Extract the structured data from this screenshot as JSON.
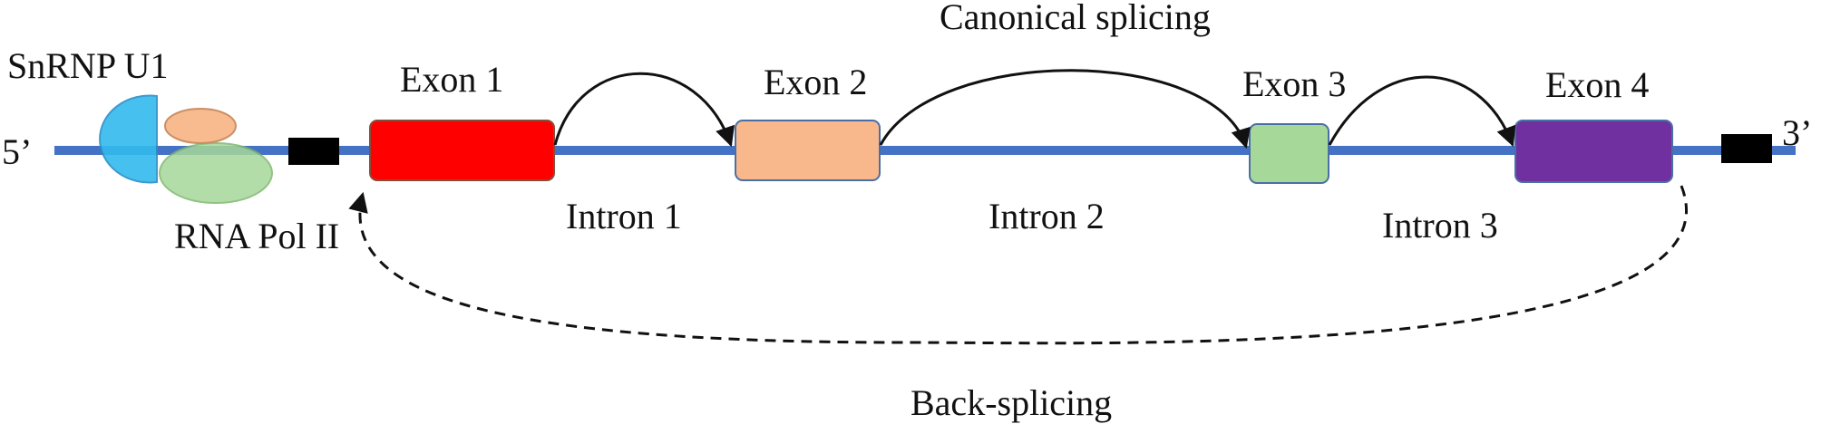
{
  "labels": {
    "snrnp": "SnRNP U1",
    "rna_pol": "RNA Pol II",
    "five_prime": "5’",
    "three_prime": "3’",
    "canonical": "Canonical splicing",
    "back_splicing": "Back-splicing"
  },
  "exons": [
    {
      "label": "Exon 1",
      "color": "#ff0000"
    },
    {
      "label": "Exon 2",
      "color": "#f8b88b"
    },
    {
      "label": "Exon 3",
      "color": "#a6d89a"
    },
    {
      "label": "Exon 4",
      "color": "#7030a0"
    }
  ],
  "introns": [
    {
      "label": "Intron 1"
    },
    {
      "label": "Intron 2"
    },
    {
      "label": "Intron 3"
    }
  ],
  "colors": {
    "strand": "#4472c4",
    "snrnp_u1": "#33bbee",
    "pol_ii_small": "#f8b88b",
    "pol_ii_large": "#a6d89a",
    "cap_box": "#000000"
  }
}
